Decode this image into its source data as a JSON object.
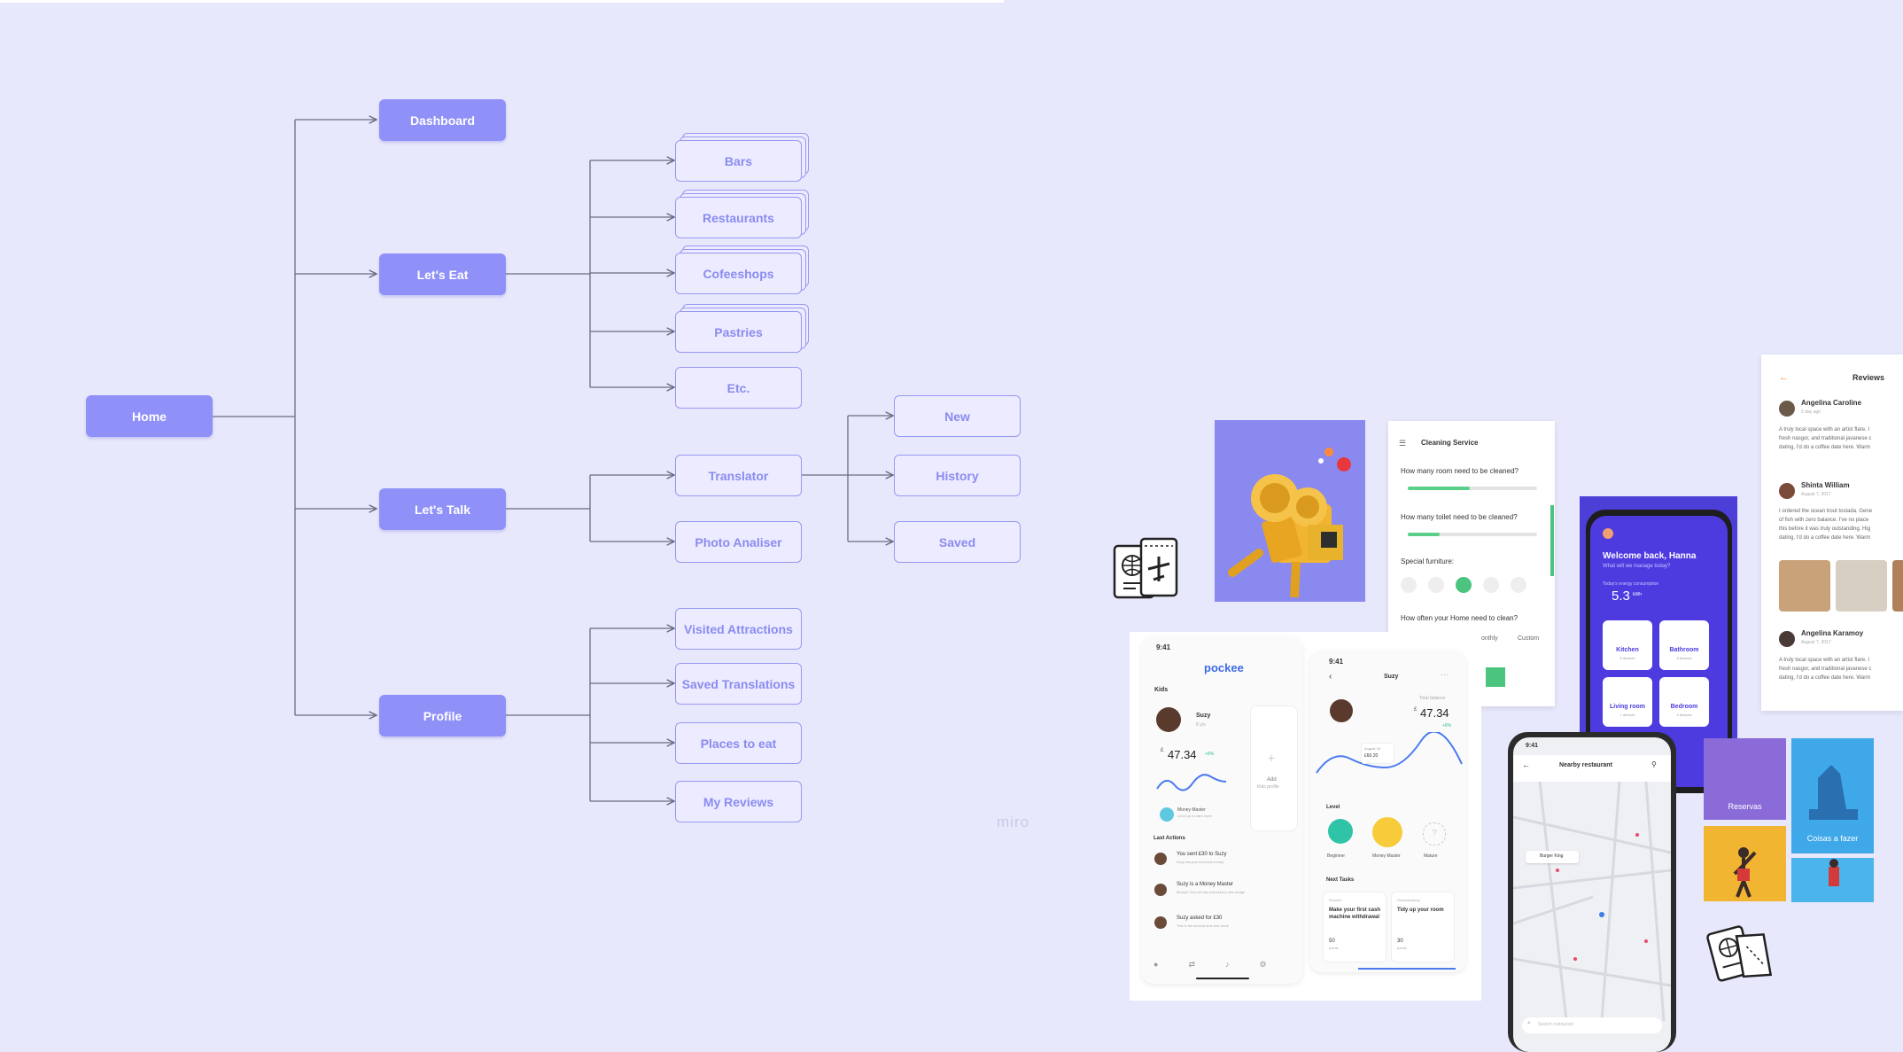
{
  "diagram": {
    "root": "Home",
    "level1": {
      "dashboard": "Dashboard",
      "lets_eat": "Let's Eat",
      "lets_talk": "Let's Talk",
      "profile": "Profile"
    },
    "eat_children": [
      "Bars",
      "Restaurants",
      "Cofeeshops",
      "Pastries",
      "Etc."
    ],
    "talk_children": [
      "Translator",
      "Photo Analiser"
    ],
    "translator_children": [
      "New",
      "History",
      "Saved"
    ],
    "profile_children": [
      "Visited Attractions",
      "Saved Translations",
      "Places to eat",
      "My Reviews"
    ],
    "watermark": "miro"
  },
  "colors": {
    "background": "#e8e8fd",
    "node_fill": "#8f90f8",
    "node_outline": "#9799f2",
    "outline_text": "#8a8cf0",
    "connector": "#6c6c80"
  },
  "collage": {
    "cleaning": {
      "title": "Cleaning Service",
      "q1": "How many room need to be cleaned?",
      "q2": "How many toilet need to be cleaned?",
      "q3": "Special furniture:",
      "q4": "How often your Home need to clean?",
      "opt_a": "onthly",
      "opt_b": "Custom"
    },
    "reviews": {
      "title": "Reviews",
      "r1_name": "Angelina Caroline",
      "r1_date": "2 day ago",
      "r1_text1": "A truly local space with an artist flare. I",
      "r1_text2": "fresh nasgor, and traditional javanese c",
      "r1_text3": "dating, I'd do a coffee date here. Warm",
      "r2_name": "Shinta William",
      "r2_date": "August 7, 2017",
      "r2_text1": "I ordered the ocean trout tostada. Gene",
      "r2_text2": "of fish with zero balance. I've no place",
      "r2_text3": "this before it was truly outstanding. Hig",
      "r2_text4": "dating, I'd do a coffee date here. Warm",
      "r3_name": "Angelina Karamoy",
      "r3_date": "August 7, 2017",
      "r3_text1": "A truly local space with an artist flare. I",
      "r3_text2": "fresh nasgor, and traditional javanese c",
      "r3_text3": "dating, I'd do a coffee date here. Warm"
    },
    "smart_home": {
      "welcome": "Welcome back, Hanna",
      "sub": "What will we manage today?",
      "energy_label": "Today's energy consumption",
      "energy_value": "5.3",
      "energy_unit": "kWh",
      "rooms": [
        "Kitchen",
        "Bathroom",
        "Living room",
        "Bedroom"
      ],
      "room_devices": [
        "5 devices",
        "3 devices",
        "7 devices",
        "4 devices"
      ]
    },
    "pockee_left": {
      "time": "9:41",
      "logo": "pockee",
      "kids_label": "Kids",
      "kid_name": "Suzy",
      "kid_age": "8 y/o",
      "balance": "47.34",
      "currency": "£",
      "change": "+8%",
      "add_label": "Add",
      "add_sub": "Kids profile",
      "badge_title": "Money Master",
      "badge_sub": "Level up to earn more",
      "actions_label": "Last Actions",
      "action1": "You sent £30 to Suzy",
      "action1_sub": "Suzy has just received money",
      "action2": "Suzy is a Money Master",
      "action2_sub": "Money! Your kid has unlocked a new badge",
      "action3": "Suzy asked for £30",
      "action3_sub": "This is the second time this week"
    },
    "pockee_right": {
      "time": "9:41",
      "title": "Suzy",
      "total_label": "Total balance",
      "balance": "47.34",
      "currency": "£",
      "change": "+8%",
      "tooltip_date": "August 15",
      "tooltip_value": "£60.20",
      "level_label": "Level",
      "levels": [
        "Beginner",
        "Money Master",
        "Mature"
      ],
      "tasks_label": "Next Tasks",
      "task1_cat": "Finance",
      "task1": "Make your first cash machine withdrawal",
      "task1_points": "50",
      "task2_cat": "Housekeeping",
      "task2": "Tidy up your room",
      "task2_points": "30",
      "points_label": "points"
    },
    "map_phone": {
      "time": "9:41",
      "title": "Nearby restaurant",
      "pin_label": "Burger King",
      "search_placeholder": "Search restaurant"
    },
    "travel_tiles": {
      "reservas": "Reservas",
      "coisas": "Coisas a fazer"
    }
  }
}
